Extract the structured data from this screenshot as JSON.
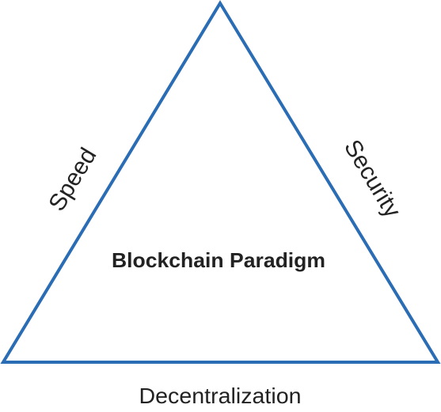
{
  "diagram": {
    "center_label": "Blockchain Paradigm",
    "left_edge_label": "Speed",
    "right_edge_label": "Security",
    "bottom_edge_label": "Decentralization"
  },
  "colors": {
    "triangle_stroke": "#2a6db5",
    "text": "#222222",
    "background": "#ffffff"
  }
}
